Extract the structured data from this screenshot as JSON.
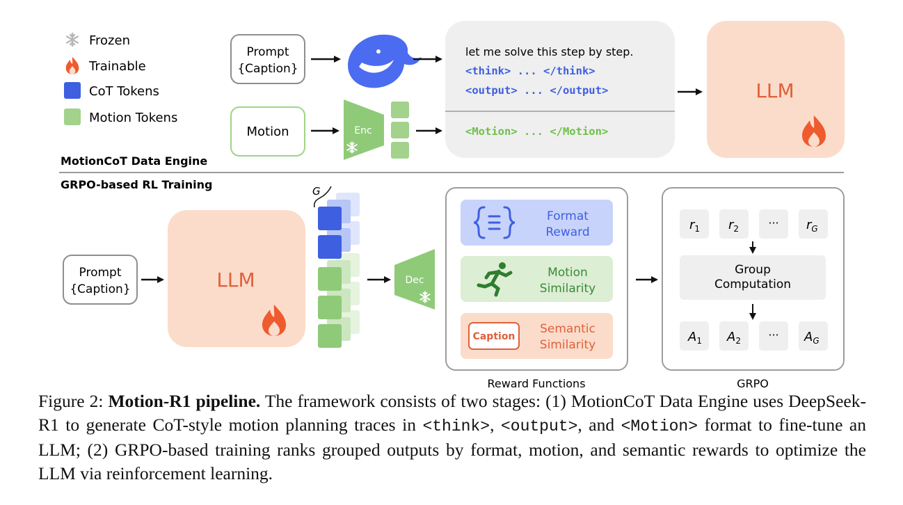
{
  "legend": {
    "frozen": "Frozen",
    "trainable": "Trainable",
    "cot_tokens": "CoT Tokens",
    "motion_tokens": "Motion Tokens"
  },
  "colors": {
    "blue": "#3d5fe0",
    "green": "#8fca78",
    "peach": "#fbdccb",
    "orange_text": "#e0603a"
  },
  "top": {
    "prompt_line1": "Prompt",
    "prompt_line2": "{Caption}",
    "motion_label": "Motion",
    "enc_label": "Enc",
    "text_line1": "let me solve this step by step.",
    "text_line2": "<think> ... </think>",
    "text_line3": "<output> ... </output>",
    "text_line4": "<Motion> ... </Motion>",
    "llm_label": "LLM",
    "stage_label": "MotionCoT Data Engine"
  },
  "bottom": {
    "stage_label": "GRPO-based RL Training",
    "prompt_line1": "Prompt",
    "prompt_line2": "{Caption}",
    "llm_label": "LLM",
    "group_label": "G",
    "dec_label": "Dec",
    "reward_format_line1": "Format",
    "reward_format_line2": "Reward",
    "reward_motion_line1": "Motion",
    "reward_motion_line2": "Similarity",
    "caption_badge": "Caption",
    "reward_semantic_line1": "Semantic",
    "reward_semantic_line2": "Similarity",
    "reward_functions_title": "Reward Functions",
    "r1_base": "r",
    "r1_sub": "1",
    "r2_base": "r",
    "r2_sub": "2",
    "rdots": "···",
    "rg_base": "r",
    "rg_sub": "G",
    "group_comp_line1": "Group",
    "group_comp_line2": "Computation",
    "a1_base": "A",
    "a1_sub": "1",
    "a2_base": "A",
    "a2_sub": "2",
    "adots": "···",
    "ag_base": "A",
    "ag_sub": "G",
    "grpo_title": "GRPO"
  },
  "caption": {
    "prefix": "Figure 2: ",
    "bold": "Motion-R1 pipeline.",
    "part1": " The framework consists of two stages: (1) MotionCoT Data Engine uses DeepSeek-R1 to generate CoT-style motion planning traces in ",
    "code1": "<think>",
    "sep1": ", ",
    "code2": "<output>",
    "sep2": ", and ",
    "code3": "<Motion>",
    "part2": " format to fine-tune an LLM; (2) GRPO-based training ranks grouped outputs by format, motion, and semantic rewards to optimize the LLM via reinforcement learning."
  }
}
